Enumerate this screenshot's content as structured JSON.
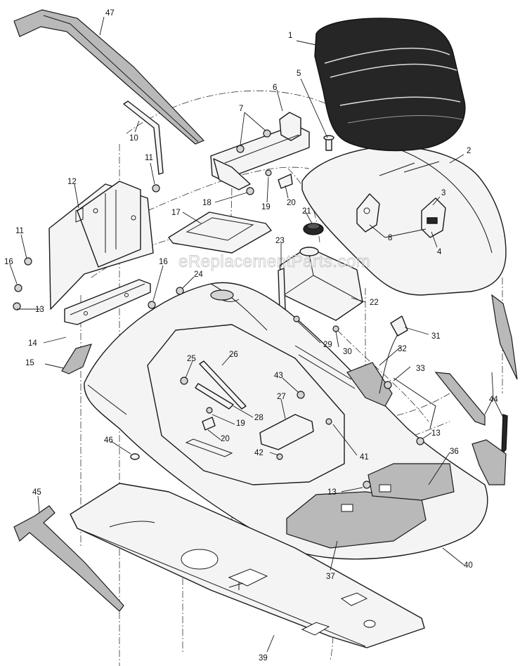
{
  "watermark": "eReplacementParts.com",
  "callouts": [
    "1",
    "2",
    "3",
    "4",
    "5",
    "6",
    "7",
    "8",
    "10",
    "11",
    "11",
    "12",
    "13",
    "13",
    "13",
    "14",
    "15",
    "16",
    "16",
    "17",
    "18",
    "19",
    "19",
    "20",
    "20",
    "21",
    "22",
    "23",
    "24",
    "25",
    "26",
    "27",
    "28",
    "29",
    "30",
    "31",
    "32",
    "33",
    "36",
    "37",
    "39",
    "40",
    "41",
    "42",
    "43",
    "44",
    "45",
    "46",
    "47"
  ]
}
